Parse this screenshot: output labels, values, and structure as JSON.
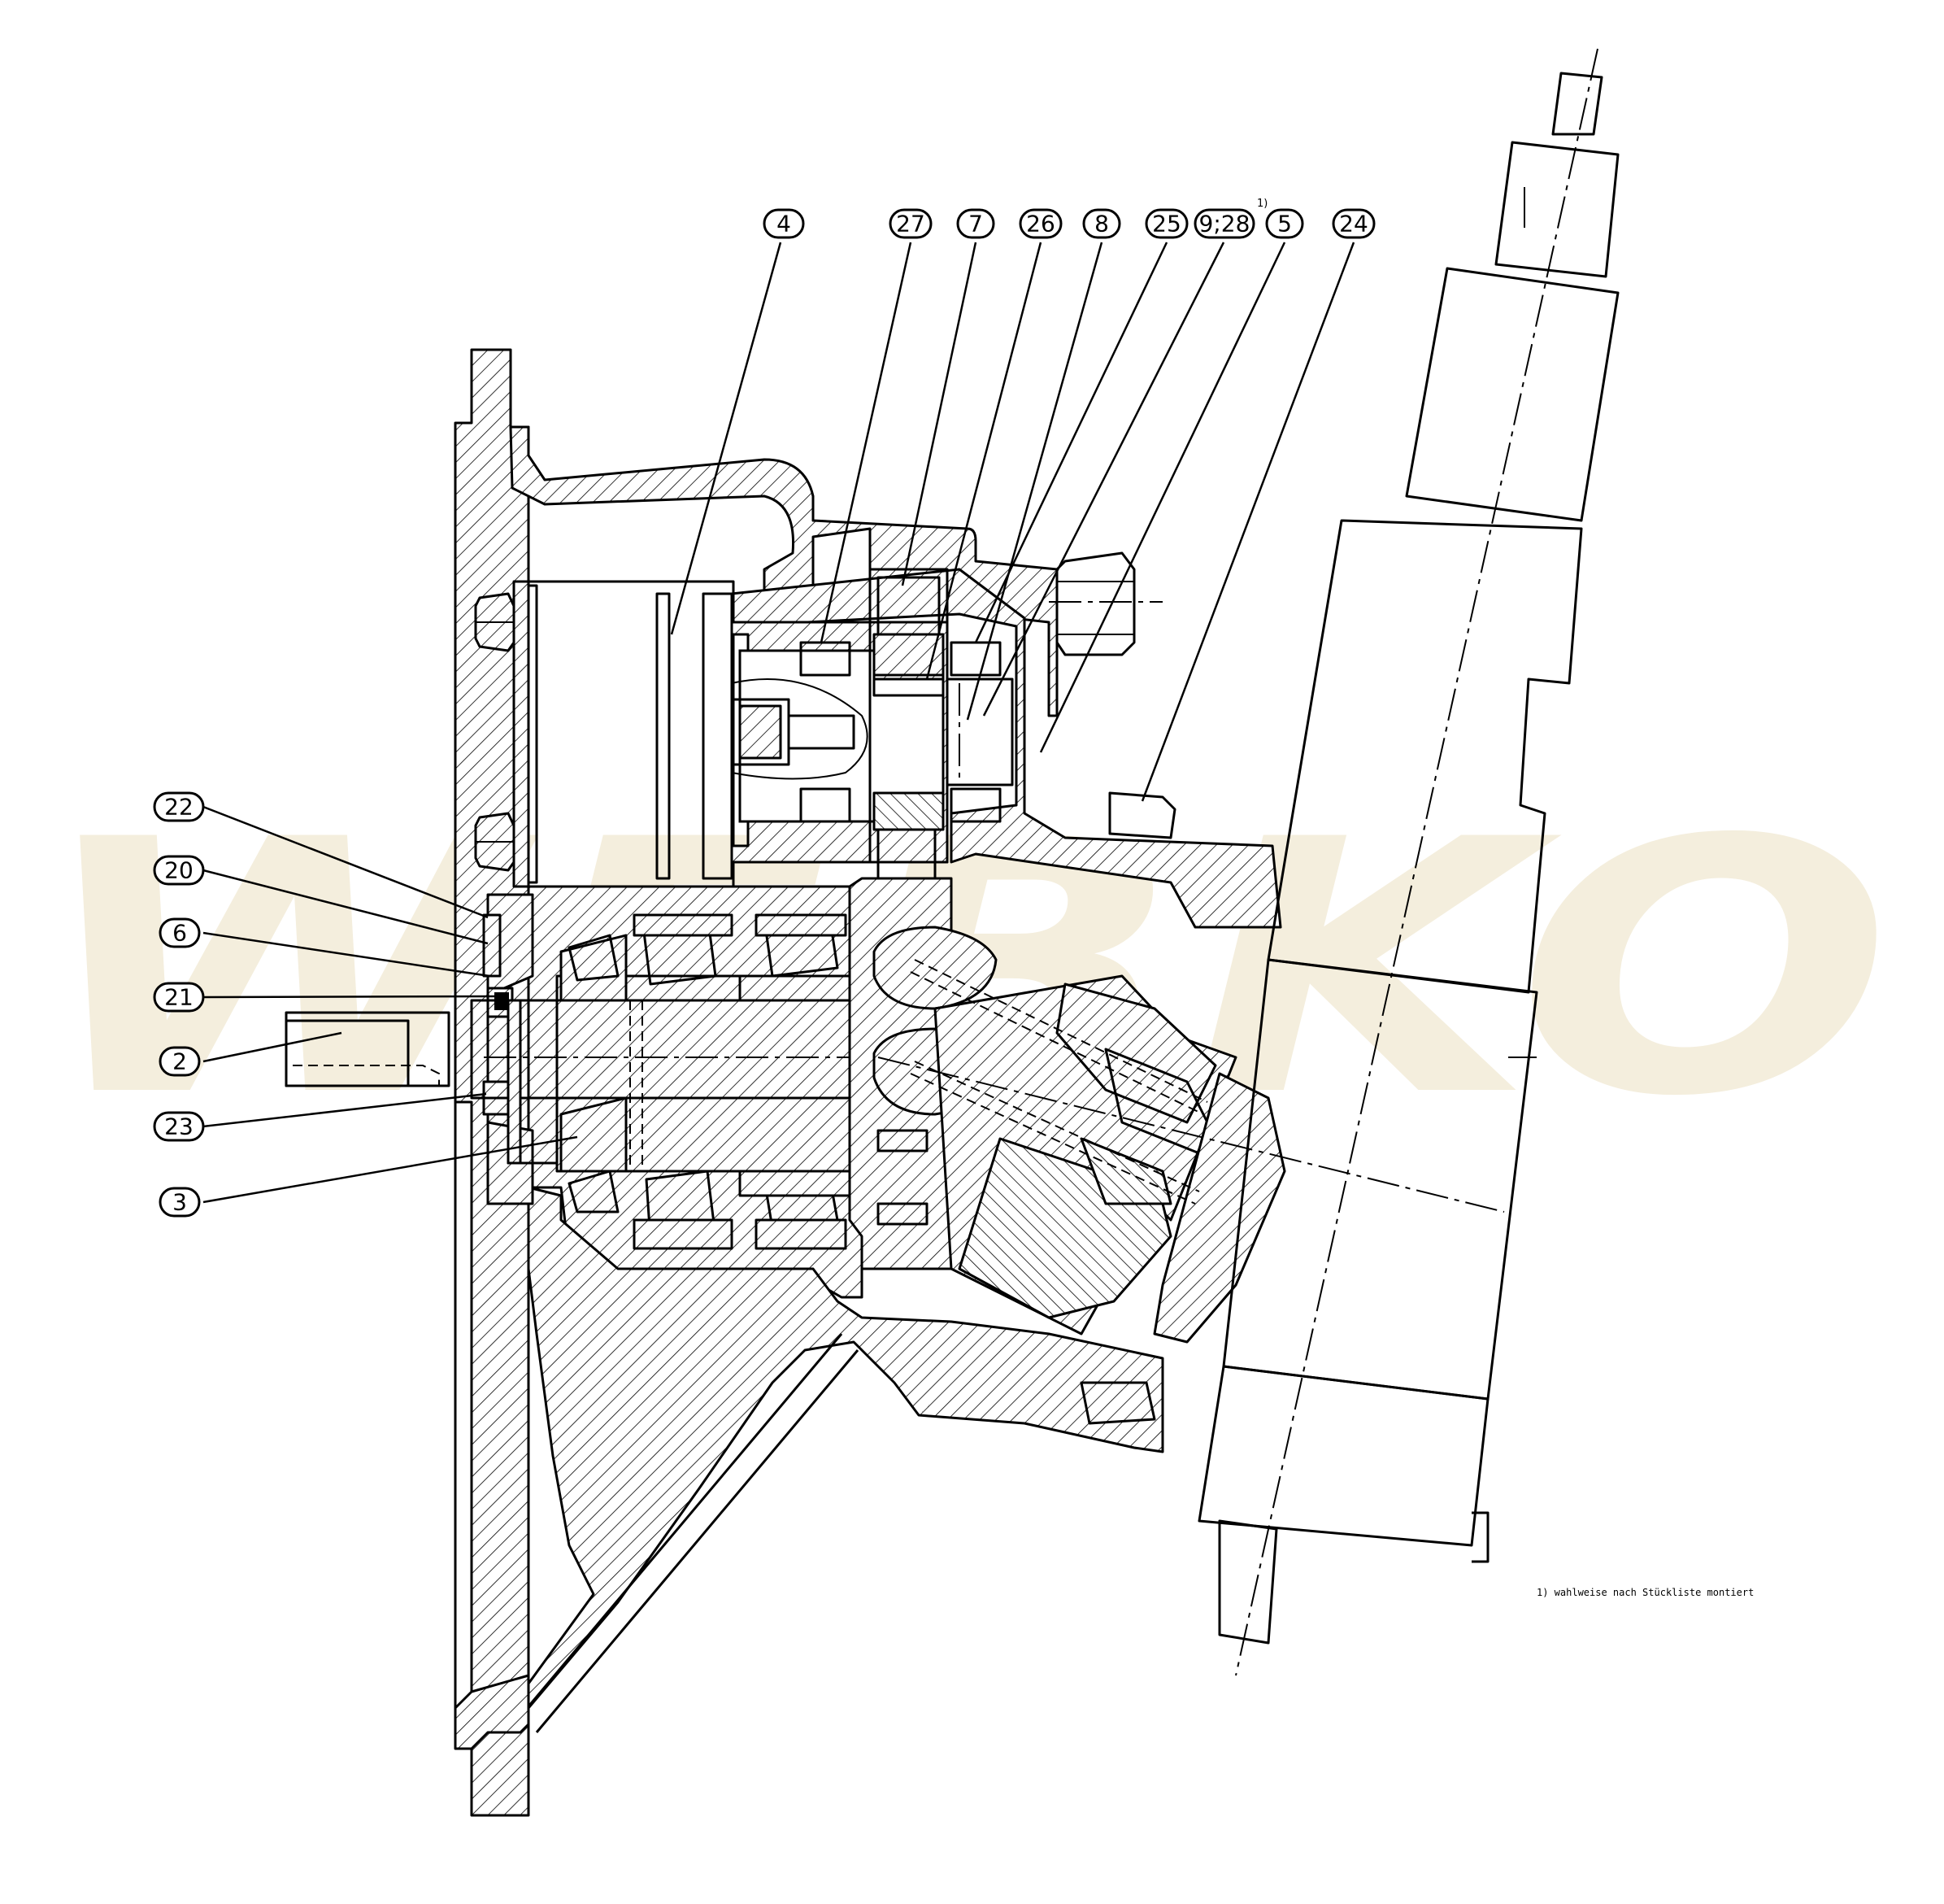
{
  "watermark": "WEBKO",
  "note": "1) wahlweise nach Stückliste montiert",
  "footnote_marker": "1)",
  "callouts": [
    {
      "id": "c4",
      "label": "4"
    },
    {
      "id": "c27",
      "label": "27"
    },
    {
      "id": "c7",
      "label": "7"
    },
    {
      "id": "c26",
      "label": "26"
    },
    {
      "id": "c8",
      "label": "8"
    },
    {
      "id": "c25",
      "label": "25"
    },
    {
      "id": "c9_28",
      "label": "9;28"
    },
    {
      "id": "c5",
      "label": "5"
    },
    {
      "id": "c24",
      "label": "24"
    },
    {
      "id": "c22",
      "label": "22"
    },
    {
      "id": "c20",
      "label": "20"
    },
    {
      "id": "c6",
      "label": "6"
    },
    {
      "id": "c21",
      "label": "21"
    },
    {
      "id": "c2",
      "label": "2"
    },
    {
      "id": "c23",
      "label": "23"
    },
    {
      "id": "c3",
      "label": "3"
    }
  ]
}
